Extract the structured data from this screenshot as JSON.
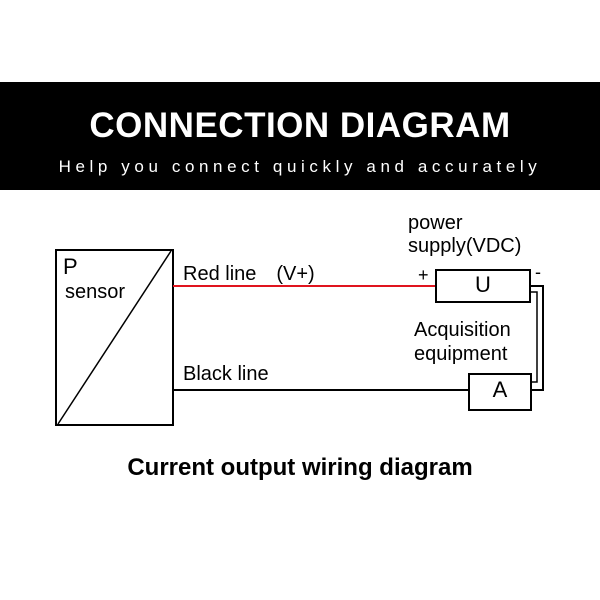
{
  "header": {
    "title": "CONNECTION DIAGRAM",
    "subtitle": "Help you connect quickly and accurately",
    "background_color": "#000000",
    "text_color": "#ffffff"
  },
  "diagram": {
    "sensor": {
      "symbol": "P",
      "label": "sensor"
    },
    "wires": {
      "red": {
        "label": "Red line　(V+)",
        "color": "#e0141e"
      },
      "black": {
        "label": "Black line",
        "color": "#000000"
      }
    },
    "power_supply": {
      "label_line1": "power",
      "label_line2": "supply(VDC)",
      "box_letter": "U",
      "positive_terminal": "+",
      "negative_terminal": "-"
    },
    "acquisition": {
      "label_line1": "Acquisition",
      "label_line2": "equipment",
      "box_letter": "A"
    }
  },
  "caption": "Current output wiring diagram"
}
